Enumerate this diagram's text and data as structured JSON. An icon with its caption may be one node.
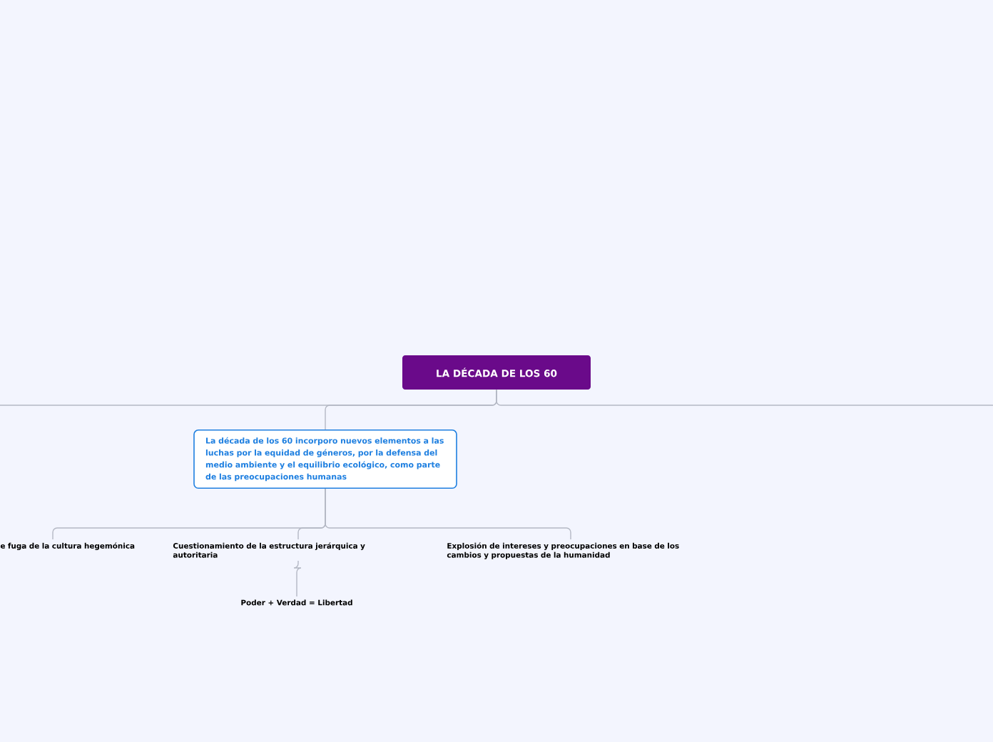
{
  "diagram": {
    "nodes": [
      {
        "text": [
          "LA DÉCADA DE LOS 60"
        ]
      },
      {
        "text": [
          "La década de los 60 incorporo nuevos elementos a las luchas por la equidad de géneros, por la defensa del medio ambiente y el equilibrio ecológico, como parte de las preocupaciones humanas"
        ]
      },
      {
        "text": [
          "e fuga de la cultura hegemónica"
        ]
      },
      {
        "text": [
          "Cuestionamiento de la estructura jerárquica y autoritaria"
        ]
      },
      {
        "text": [
          "Explosión de intereses y preocupaciones en base de los cambios y propuestas de la humanidad"
        ]
      },
      {
        "text": [
          "Poder + Verdad = Libertad"
        ]
      }
    ],
    "edges": [
      {
        "from": 0,
        "to": null,
        "arrow": "none"
      },
      {
        "from": 0,
        "to": null,
        "arrow": "none"
      },
      {
        "from": 0,
        "to": 1,
        "arrow": "none"
      },
      {
        "from": 1,
        "to": 2,
        "arrow": "none"
      },
      {
        "from": 1,
        "to": 3,
        "arrow": "none"
      },
      {
        "from": 1,
        "to": 4,
        "arrow": "none"
      },
      {
        "from": 3,
        "to": 5,
        "arrow": "none"
      }
    ]
  }
}
